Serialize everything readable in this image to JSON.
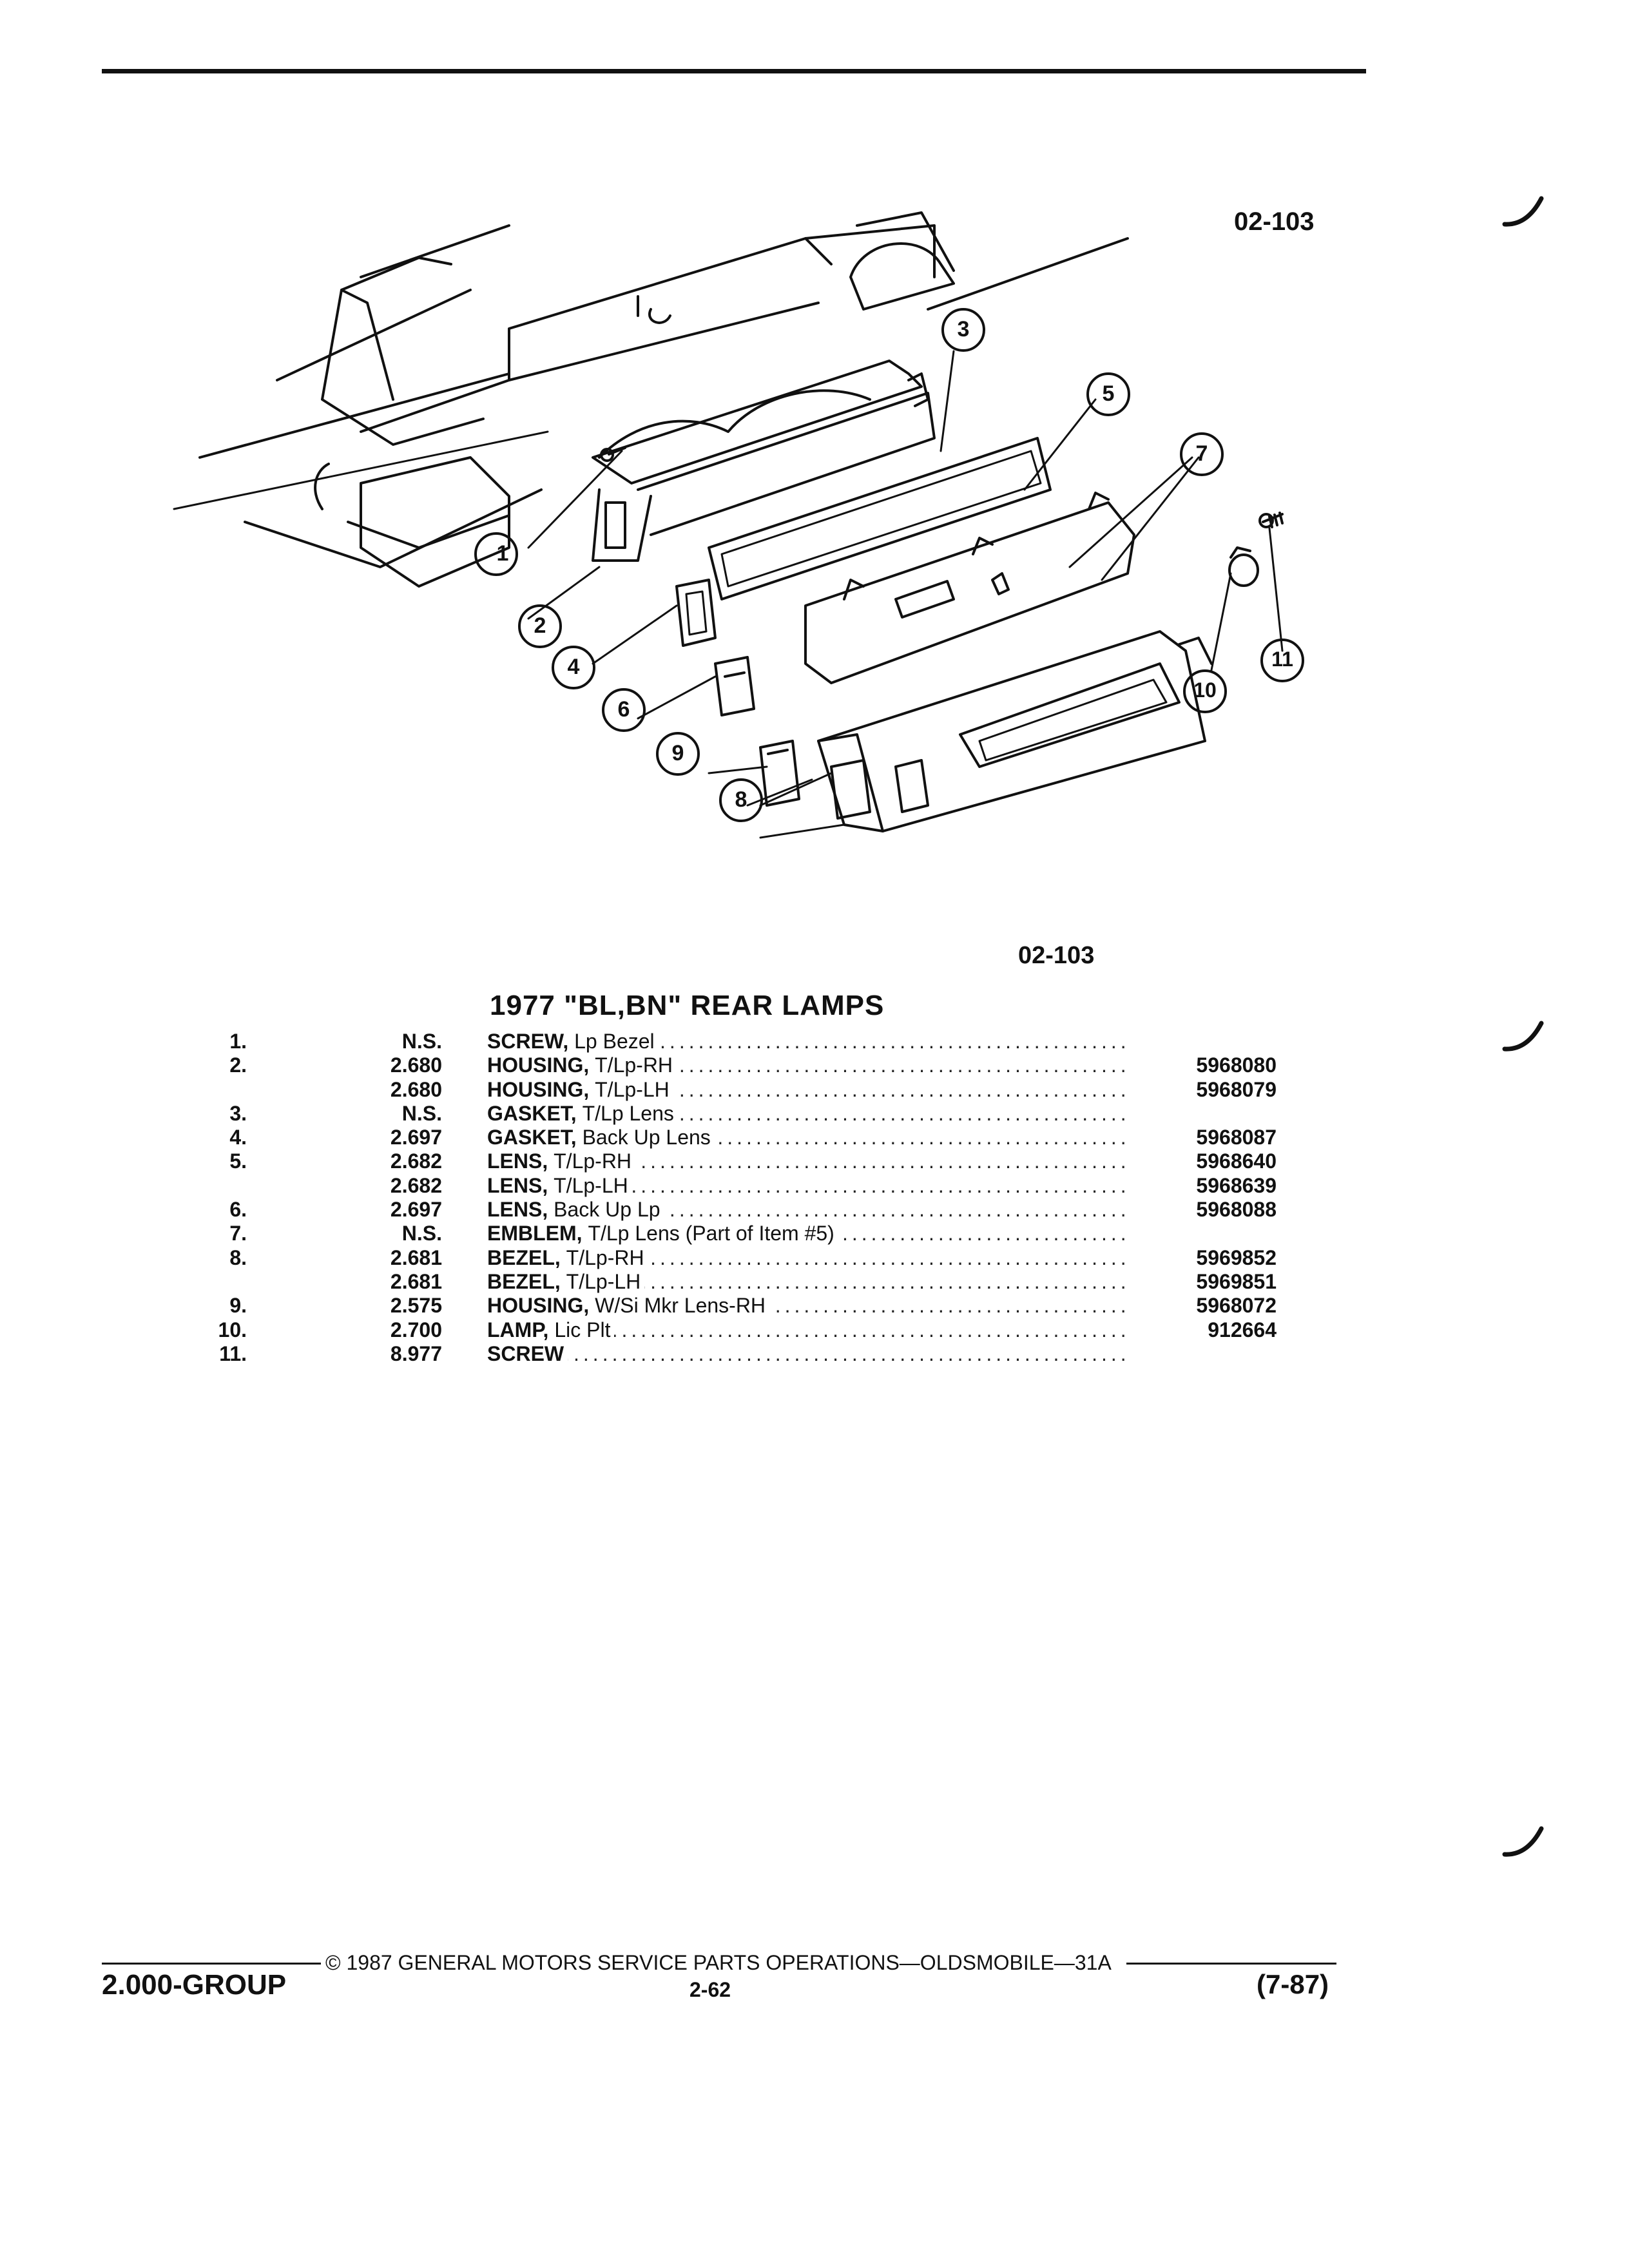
{
  "figure": {
    "code_top": "02-103",
    "code_bottom": "02-103",
    "callouts": [
      "1",
      "2",
      "3",
      "4",
      "5",
      "6",
      "7",
      "8",
      "9",
      "10",
      "11"
    ]
  },
  "section_title": "1977 \"BL,BN\" REAR LAMPS",
  "parts": [
    {
      "item": "1.",
      "group": "N.S.",
      "name": "SCREW,",
      "qualifier": "Lp Bezel",
      "part": ""
    },
    {
      "item": "2.",
      "group": "2.680",
      "name": "HOUSING,",
      "qualifier": "T/Lp-RH",
      "part": "5968080"
    },
    {
      "item": "",
      "group": "2.680",
      "name": "HOUSING,",
      "qualifier": "T/Lp-LH",
      "part": "5968079"
    },
    {
      "item": "3.",
      "group": "N.S.",
      "name": "GASKET,",
      "qualifier": "T/Lp Lens",
      "part": ""
    },
    {
      "item": "4.",
      "group": "2.697",
      "name": "GASKET,",
      "qualifier": "Back Up Lens",
      "part": "5968087"
    },
    {
      "item": "5.",
      "group": "2.682",
      "name": "LENS,",
      "qualifier": "T/Lp-RH",
      "part": "5968640"
    },
    {
      "item": "",
      "group": "2.682",
      "name": "LENS,",
      "qualifier": "T/Lp-LH",
      "part": "5968639"
    },
    {
      "item": "6.",
      "group": "2.697",
      "name": "LENS,",
      "qualifier": "Back Up Lp",
      "part": "5968088"
    },
    {
      "item": "7.",
      "group": "N.S.",
      "name": "EMBLEM,",
      "qualifier": "T/Lp Lens (Part of Item #5)",
      "part": ""
    },
    {
      "item": "8.",
      "group": "2.681",
      "name": "BEZEL,",
      "qualifier": "T/Lp-RH",
      "part": "5969852"
    },
    {
      "item": "",
      "group": "2.681",
      "name": "BEZEL,",
      "qualifier": "T/Lp-LH",
      "part": "5969851"
    },
    {
      "item": "9.",
      "group": "2.575",
      "name": "HOUSING,",
      "qualifier": "W/Si Mkr Lens-RH",
      "part": "5968072"
    },
    {
      "item": "10.",
      "group": "2.700",
      "name": "LAMP,",
      "qualifier": "Lic Plt",
      "part": "912664"
    },
    {
      "item": "11.",
      "group": "8.977",
      "name": "SCREW",
      "qualifier": "",
      "part": ""
    }
  ],
  "footer": {
    "copyright": "© 1987 GENERAL MOTORS SERVICE PARTS OPERATIONS—OLDSMOBILE—31A",
    "group": "2.000-GROUP",
    "page": "2-62",
    "revision": "(7-87)"
  }
}
